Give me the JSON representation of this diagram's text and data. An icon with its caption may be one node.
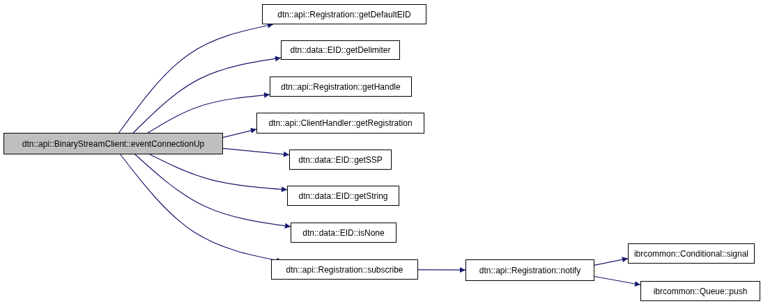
{
  "diagram": {
    "nodes": [
      {
        "text": [
          "dtn::api::BinaryStreamClient::eventConnectionUp"
        ]
      },
      {
        "text": [
          "dtn::api::Registration::getDefaultEID"
        ]
      },
      {
        "text": [
          "dtn::data::EID::getDelimiter"
        ]
      },
      {
        "text": [
          "dtn::api::Registration::getHandle"
        ]
      },
      {
        "text": [
          "dtn::api::ClientHandler::getRegistration"
        ]
      },
      {
        "text": [
          "dtn::data::EID::getSSP"
        ]
      },
      {
        "text": [
          "dtn::data::EID::getString"
        ]
      },
      {
        "text": [
          "dtn::data::EID::isNone"
        ]
      },
      {
        "text": [
          "dtn::api::Registration::subscribe"
        ]
      },
      {
        "text": [
          "dtn::api::Registration::notify"
        ]
      },
      {
        "text": [
          "ibrcommon::Conditional::signal"
        ]
      },
      {
        "text": [
          "ibrcommon::Queue::push"
        ]
      }
    ],
    "edges": [
      {
        "from": 0,
        "to": 1,
        "arrow": "to"
      },
      {
        "from": 0,
        "to": 2,
        "arrow": "to"
      },
      {
        "from": 0,
        "to": 3,
        "arrow": "to"
      },
      {
        "from": 0,
        "to": 4,
        "arrow": "to"
      },
      {
        "from": 0,
        "to": 5,
        "arrow": "to"
      },
      {
        "from": 0,
        "to": 6,
        "arrow": "to"
      },
      {
        "from": 0,
        "to": 7,
        "arrow": "to"
      },
      {
        "from": 0,
        "to": 8,
        "arrow": "to"
      },
      {
        "from": 8,
        "to": 9,
        "arrow": "to"
      },
      {
        "from": 9,
        "to": 10,
        "arrow": "to"
      },
      {
        "from": 9,
        "to": 11,
        "arrow": "to"
      }
    ]
  }
}
